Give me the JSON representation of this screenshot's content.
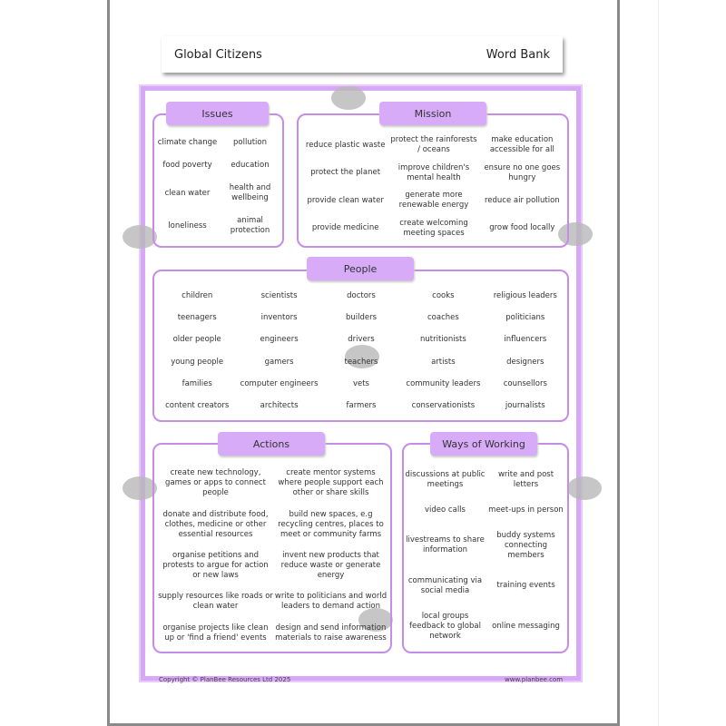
{
  "header": {
    "title": "Global Citizens",
    "subtitle": "Word Bank"
  },
  "issues": {
    "label": "Issues",
    "items": [
      "climate change",
      "pollution",
      "food poverty",
      "education",
      "clean water",
      "health and wellbeing",
      "loneliness",
      "animal protection"
    ]
  },
  "mission": {
    "label": "Mission",
    "items": [
      "reduce plastic waste",
      "protect the rainforests / oceans",
      "make education accessible for all",
      "protect the planet",
      "improve children's mental health",
      "ensure no one goes hungry",
      "provide clean water",
      "generate more renewable energy",
      "reduce air pollution",
      "provide medicine",
      "create welcoming meeting spaces",
      "grow food locally"
    ]
  },
  "people": {
    "label": "People",
    "items": [
      "children",
      "scientists",
      "doctors",
      "cooks",
      "religious leaders",
      "teenagers",
      "inventors",
      "builders",
      "coaches",
      "politicians",
      "older people",
      "engineers",
      "drivers",
      "nutritionists",
      "influencers",
      "young people",
      "gamers",
      "teachers",
      "artists",
      "designers",
      "families",
      "computer engineers",
      "vets",
      "community leaders",
      "counsellors",
      "content creators",
      "architects",
      "farmers",
      "conservationists",
      "journalists"
    ]
  },
  "actions": {
    "label": "Actions",
    "items": [
      "create new technology, games or apps to connect people",
      "create mentor systems where people support each other or share skills",
      "donate and distribute food, clothes, medicine or other essential resources",
      "build new spaces, e.g recycling centres, places to meet or community farms",
      "organise petitions and protests to argue for action or new laws",
      "invent new products that reduce waste or generate energy",
      "supply resources like roads or clean water",
      "write to politicians and world leaders to demand action",
      "organise projects like clean up or 'find a friend' events",
      "design and send information materials to raise awareness"
    ]
  },
  "ways": {
    "label": "Ways of Working",
    "items": [
      "discussions at public meetings",
      "write and post letters",
      "video calls",
      "meet-ups in person",
      "livestreams to share information",
      "buddy systems connecting members",
      "communicating via social media",
      "training events",
      "local groups feedback to global network",
      "online messaging"
    ]
  },
  "footer": {
    "copyright": "Copyright © PlanBee Resources Ltd 2025",
    "website": "www.planbee.com"
  },
  "colors": {
    "accent": "#d7abf7",
    "border": "#c78ce8"
  }
}
